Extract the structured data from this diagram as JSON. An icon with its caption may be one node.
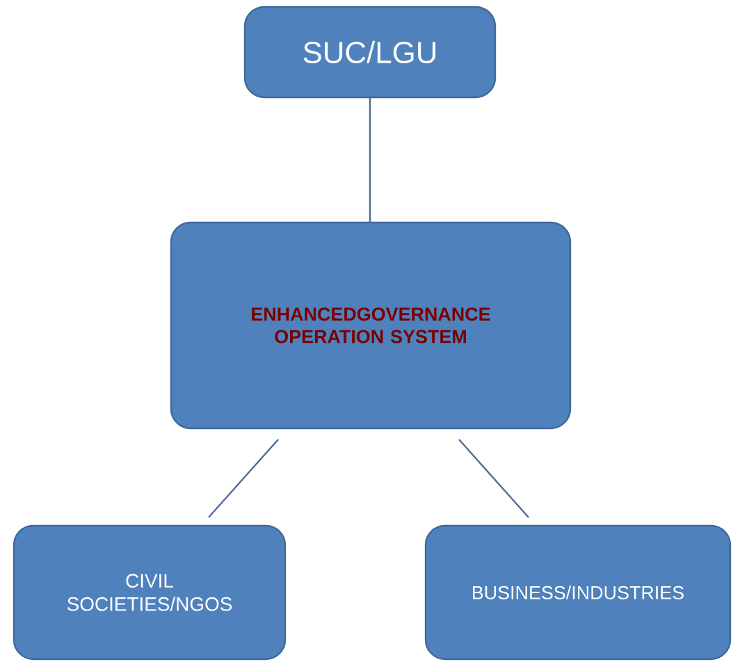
{
  "diagram": {
    "nodes": [
      {
        "text": [
          "SUC/LGU"
        ]
      },
      {
        "text": [
          "ENHANCEDGOVERNANCE OPERATION SYSTEM"
        ]
      },
      {
        "text": [
          "CIVIL SOCIETIES/NGOS"
        ]
      },
      {
        "text": [
          "BUSINESS/INDUSTRIES"
        ]
      }
    ],
    "edges": [
      {
        "from": 0,
        "to": 1,
        "arrow": "none"
      },
      {
        "from": 1,
        "to": 2,
        "arrow": "none"
      },
      {
        "from": 1,
        "to": 3,
        "arrow": "none"
      }
    ]
  }
}
